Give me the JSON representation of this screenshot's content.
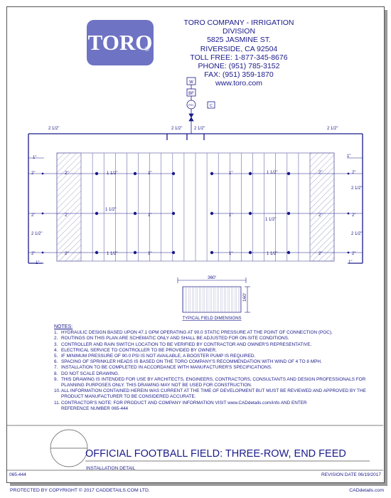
{
  "company": {
    "logo_text": "TORO",
    "logo_mark": "®",
    "lines": [
      "TORO COMPANY - IRRIGATION DIVISION",
      "5825 JASMINE ST.",
      "RIVERSIDE, CA 92504",
      "TOLL FREE: 1-877-345-8676",
      "PHONE: (951) 785-3152",
      "FAX: (951) 359-1870",
      "www.toro.com"
    ]
  },
  "legend_symbols": {
    "water": "W",
    "backflow": "BF",
    "poc": "POC",
    "controller": "C"
  },
  "pipe_labels": {
    "main_left": "2 1/2\"",
    "main_center_left": "2 1/2\"",
    "main_center_right": "2 1/2\"",
    "main_right": "2 1/2\"",
    "inner_1in": "1\"",
    "inner_1half": "1 1/2\"",
    "inner_2in": "2\"",
    "lateral_2half": "2 1/2\""
  },
  "dimensions": {
    "length": "360'",
    "width": "160'",
    "caption": "TYPICAL FIELD DIMENSIONS"
  },
  "notes": {
    "header": "NOTES:",
    "items": [
      "HYDRAULIC DESIGN BASED UPON 47.1 GPM OPERATING AT 90.0 STATIC PRESSURE AT THE POINT OF CONNECTION (POC).",
      "ROUTINGS ON THIS PLAN ARE SCHEMATIC ONLY AND SHALL BE ADJUSTED FOR ON-SITE CONDITIONS.",
      "CONTROLLER AND RAIN SWITCH LOCATION TO BE VERIFIED BY CONTRACTOR AND OWNER'S REPRESENTATIVE.",
      "ELECTRICAL SERVICE TO CONTROLLER TO BE PROVIDED BY OWNER.",
      "IF MINIMUM PRESSURE OF 90.0 PSI IS NOT AVAILABLE, A BOOSTER PUMP IS REQUIRED.",
      "SPACING OF SPRINKLER HEADS IS BASED ON THE TORO COMPANY'S RECOMMENDATION WITH WIND OF 4 TO 8 MPH.",
      "INSTALLATION TO BE COMPLETED IN ACCORDANCE WITH MANUFACTURER'S SPECIFICATIONS.",
      "DO NOT SCALE DRAWING.",
      "THIS DRAWING IS INTENDED FOR USE BY ARCHITECTS, ENGINEERS, CONTRACTORS, CONSULTANTS AND DESIGN PROFESSIONALS FOR PLANNING PURPOSES ONLY.  THIS DRAWING MAY NOT BE USED FOR CONSTRUCTION.",
      "ALL INFORMATION CONTAINED HEREIN WAS CURRENT AT THE TIME OF DEVELOPMENT BUT MUST BE REVIEWED AND APPROVED BY THE PRODUCT MANUFACTURER TO BE CONSIDERED ACCURATE.",
      "CONTRACTOR'S NOTE: FOR PRODUCT AND COMPANY INFORMATION VISIT www.CADdetails.com/info AND ENTER"
    ],
    "reference": "REFERENCE NUMBER  065-444"
  },
  "title_block": {
    "title": "OFFICIAL FOOTBALL FIELD: THREE-ROW, END FEED",
    "subtitle": "INSTALLATION DETAIL",
    "drawing_number": "065-444",
    "revision": "REVISION DATE  06/19/2017"
  },
  "footer": {
    "copyright": "PROTECTED BY COPYRIGHT © 2017 CADDETAILS.COM LTD.",
    "site": "CADdetails.com"
  }
}
